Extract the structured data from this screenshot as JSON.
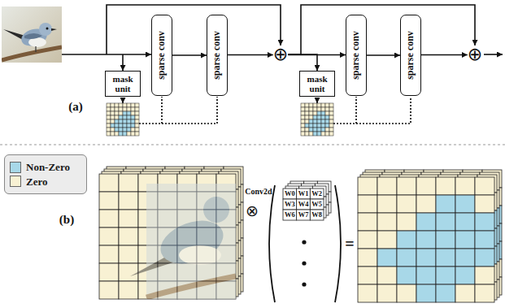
{
  "diagram": {
    "nodes": [
      {
        "text": [
          "mask unit"
        ]
      },
      {
        "text": [
          "sparse conv"
        ]
      },
      {
        "text": [
          "sparse conv"
        ]
      },
      {
        "text": [
          "⊕"
        ]
      },
      {
        "text": [
          "mask unit"
        ]
      },
      {
        "text": [
          "sparse conv"
        ]
      },
      {
        "text": [
          "sparse conv"
        ]
      },
      {
        "text": [
          "⊕"
        ]
      }
    ],
    "edges": [
      {
        "from": 1,
        "to": 2,
        "arrow": "to"
      },
      {
        "from": 2,
        "to": 3,
        "arrow": "to"
      },
      {
        "from": 3,
        "to": 4,
        "arrow": "to"
      },
      {
        "from": 3,
        "to": 5,
        "arrow": "to"
      },
      {
        "from": 3,
        "to": 7,
        "arrow": "to"
      },
      {
        "from": 5,
        "to": 6,
        "arrow": "to"
      },
      {
        "from": 6,
        "to": 7,
        "arrow": "to"
      }
    ],
    "labels": [
      "(a)",
      "(b)",
      "Conv2d",
      "⊗",
      "W0",
      "W1",
      "W2",
      "W3",
      "W4",
      "W5",
      "W6",
      "W7",
      "W8",
      "="
    ],
    "legend": [
      {
        "text": "Non-Zero",
        "color": "#a8d8e8"
      },
      {
        "text": "Zero",
        "color": "#f8f1d3"
      }
    ]
  }
}
